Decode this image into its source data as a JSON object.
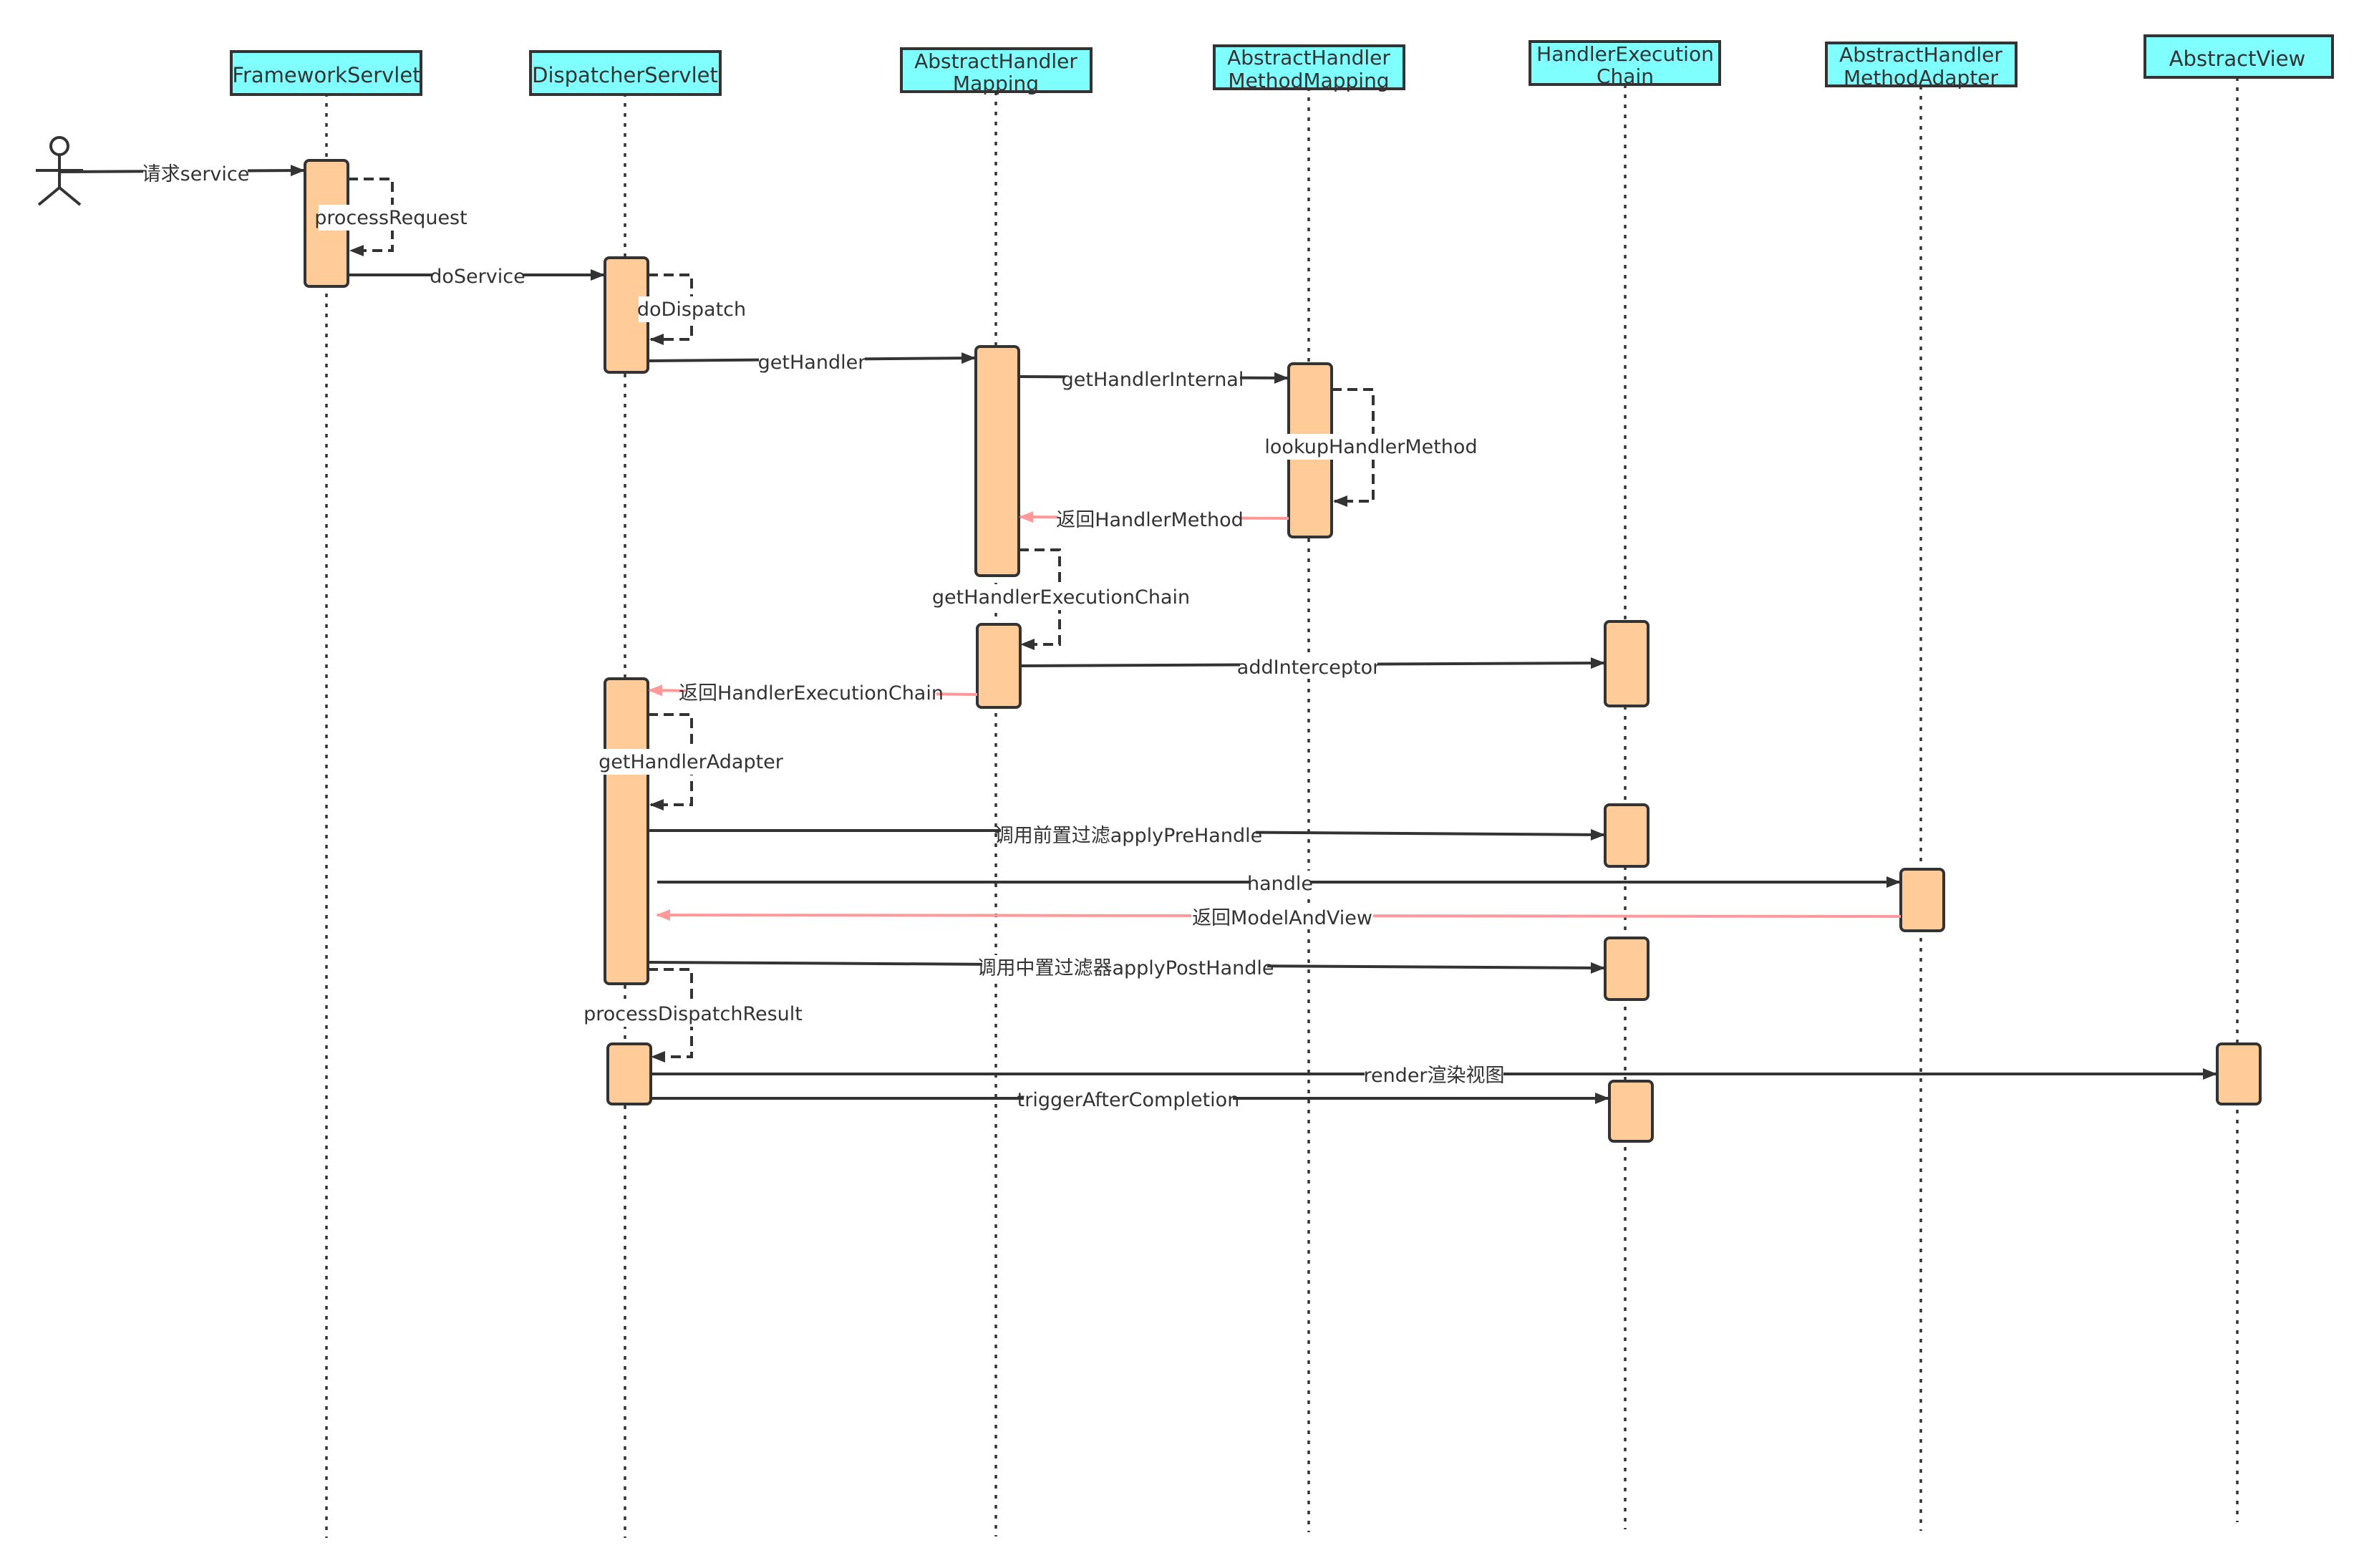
{
  "participants": [
    {
      "id": "fs",
      "line1": "FrameworkServlet",
      "line2": ""
    },
    {
      "id": "ds",
      "line1": "DispatcherServlet",
      "line2": ""
    },
    {
      "id": "ahm",
      "line1": "AbstractHandler",
      "line2": "Mapping"
    },
    {
      "id": "ahmm",
      "line1": "AbstractHandler",
      "line2": "MethodMapping"
    },
    {
      "id": "hec",
      "line1": "HandlerExecution",
      "line2": "Chain"
    },
    {
      "id": "ahma",
      "line1": "AbstractHandler",
      "line2": "MethodAdapter"
    },
    {
      "id": "av",
      "line1": "AbstractView",
      "line2": ""
    }
  ],
  "messages": {
    "m_request": "请求service",
    "m_processRequest": "processRequest",
    "m_doService": "doService",
    "m_doDispatch": "doDispatch",
    "m_getHandler": "getHandler",
    "m_getHandlerInternal": "getHandlerInternal",
    "m_lookupHandlerMethod": "lookupHandlerMethod",
    "m_returnHandlerMethod": "返回HandlerMethod",
    "m_getHandlerExecutionChain": "getHandlerExecutionChain",
    "m_addInterceptor": "addInterceptor",
    "m_returnHandlerExecutionChain": "返回HandlerExecutionChain",
    "m_getHandlerAdapter": "getHandlerAdapter",
    "m_applyPreHandle": "调用前置过滤applyPreHandle",
    "m_handle": "handle",
    "m_returnModelAndView": "返回ModelAndView",
    "m_applyPostHandle": "调用中置过滤器applyPostHandle",
    "m_processDispatchResult": "processDispatchResult",
    "m_render": "render渲染视图",
    "m_triggerAfterCompletion": "triggerAfterCompletion"
  },
  "colors": {
    "header_fill": "#80FFFF",
    "activation_fill": "#FFCC99",
    "line": "#333333",
    "return_arrow": "#FF9999"
  }
}
